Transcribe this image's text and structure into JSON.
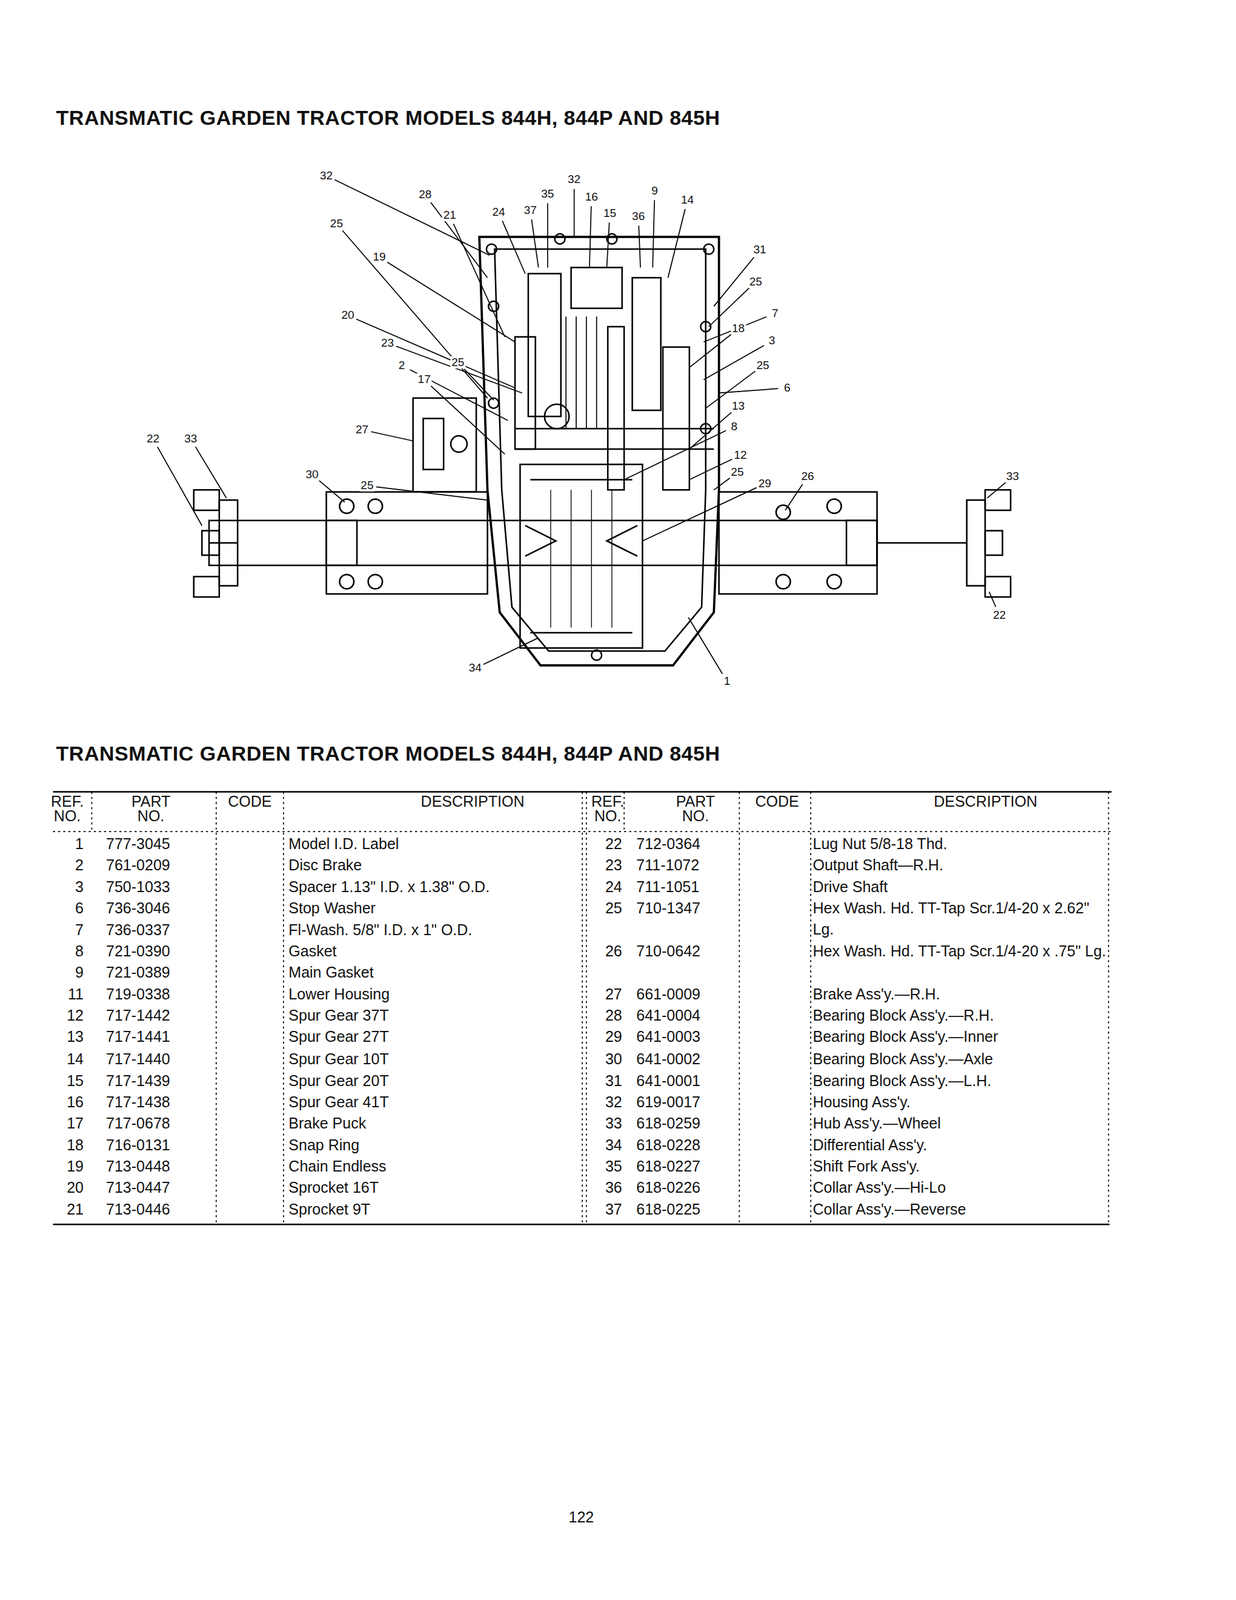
{
  "diagram": {
    "title": "TRANSMATIC GARDEN TRACTOR MODELS 844H, 844P AND 845H",
    "labels": [
      "32",
      "28",
      "32",
      "35",
      "16",
      "9",
      "14",
      "21",
      "24",
      "37",
      "15",
      "36",
      "25",
      "19",
      "31",
      "25",
      "20",
      "7",
      "18",
      "3",
      "23",
      "25",
      "2",
      "25",
      "17",
      "6",
      "13",
      "27",
      "8",
      "22",
      "33",
      "12",
      "30",
      "25",
      "29",
      "25",
      "26",
      "33",
      "22",
      "34",
      "1",
      "TRANSMATIC GARDEN TRACTOR MODELS 844H, 844P AND 845H",
      "REF. NO.",
      "PART NO.",
      "CODE",
      "DESCRIPTION",
      "REF. NO.",
      "PART NO.",
      "CODE",
      "DESCRIPTION",
      "1",
      "777-3045",
      "Model I.D. Label",
      "2",
      "761-0209",
      "Disc Brake",
      "3",
      "750-1033",
      "Spacer 1.13\" I.D. x 1.38\" O.D.",
      "6",
      "736-3046",
      "Stop Washer",
      "7",
      "736-0337",
      "Fl-Wash. 5/8\" I.D. x 1\" O.D.",
      "8",
      "721-0390",
      "Gasket",
      "9",
      "721-0389",
      "Main Gasket",
      "11",
      "719-0338",
      "Lower Housing",
      "12",
      "717-1442",
      "Spur Gear 37T",
      "13",
      "717-1441",
      "Spur Gear 27T",
      "14",
      "717-1440",
      "Spur Gear 10T",
      "15",
      "717-1439",
      "Spur Gear 20T",
      "16",
      "717-1438",
      "Spur Gear 41T",
      "17",
      "717-0678",
      "Brake Puck",
      "18",
      "716-0131",
      "Snap Ring",
      "19",
      "713-0448",
      "Chain Endless",
      "20",
      "713-0447",
      "Sprocket 16T",
      "21",
      "713-0446",
      "Sprocket 9T",
      "22",
      "712-0364",
      "Lug Nut 5/8-18 Thd.",
      "23",
      "711-1072",
      "Output Shaft—R.H.",
      "24",
      "711-1051",
      "Drive Shaft",
      "25",
      "710-1347",
      "Hex Wash. Hd. TT-Tap Scr.1/4-20 x 2.62\" Lg.",
      "26",
      "710-0642",
      "Hex Wash. Hd. TT-Tap Scr.1/4-20 x .75\" Lg.",
      "27",
      "661-0009",
      "Brake Ass'y.—R.H.",
      "28",
      "641-0004",
      "Bearing Block Ass'y.—R.H.",
      "29",
      "641-0003",
      "Bearing Block Ass'y.—Inner",
      "30",
      "641-0002",
      "Bearing Block Ass'y.—Axle",
      "31",
      "641-0001",
      "Bearing Block Ass'y.—L.H.",
      "32",
      "619-0017",
      "Housing Ass'y.",
      "33",
      "618-0259",
      "Hub Ass'y.—Wheel",
      "34",
      "618-0228",
      "Differential Ass'y.",
      "35",
      "618-0227",
      "Shift Fork Ass'y.",
      "36",
      "618-0226",
      "Collar Ass'y.—Hi-Lo",
      "37",
      "618-0225",
      "Collar Ass'y.—Reverse",
      "122"
    ]
  }
}
